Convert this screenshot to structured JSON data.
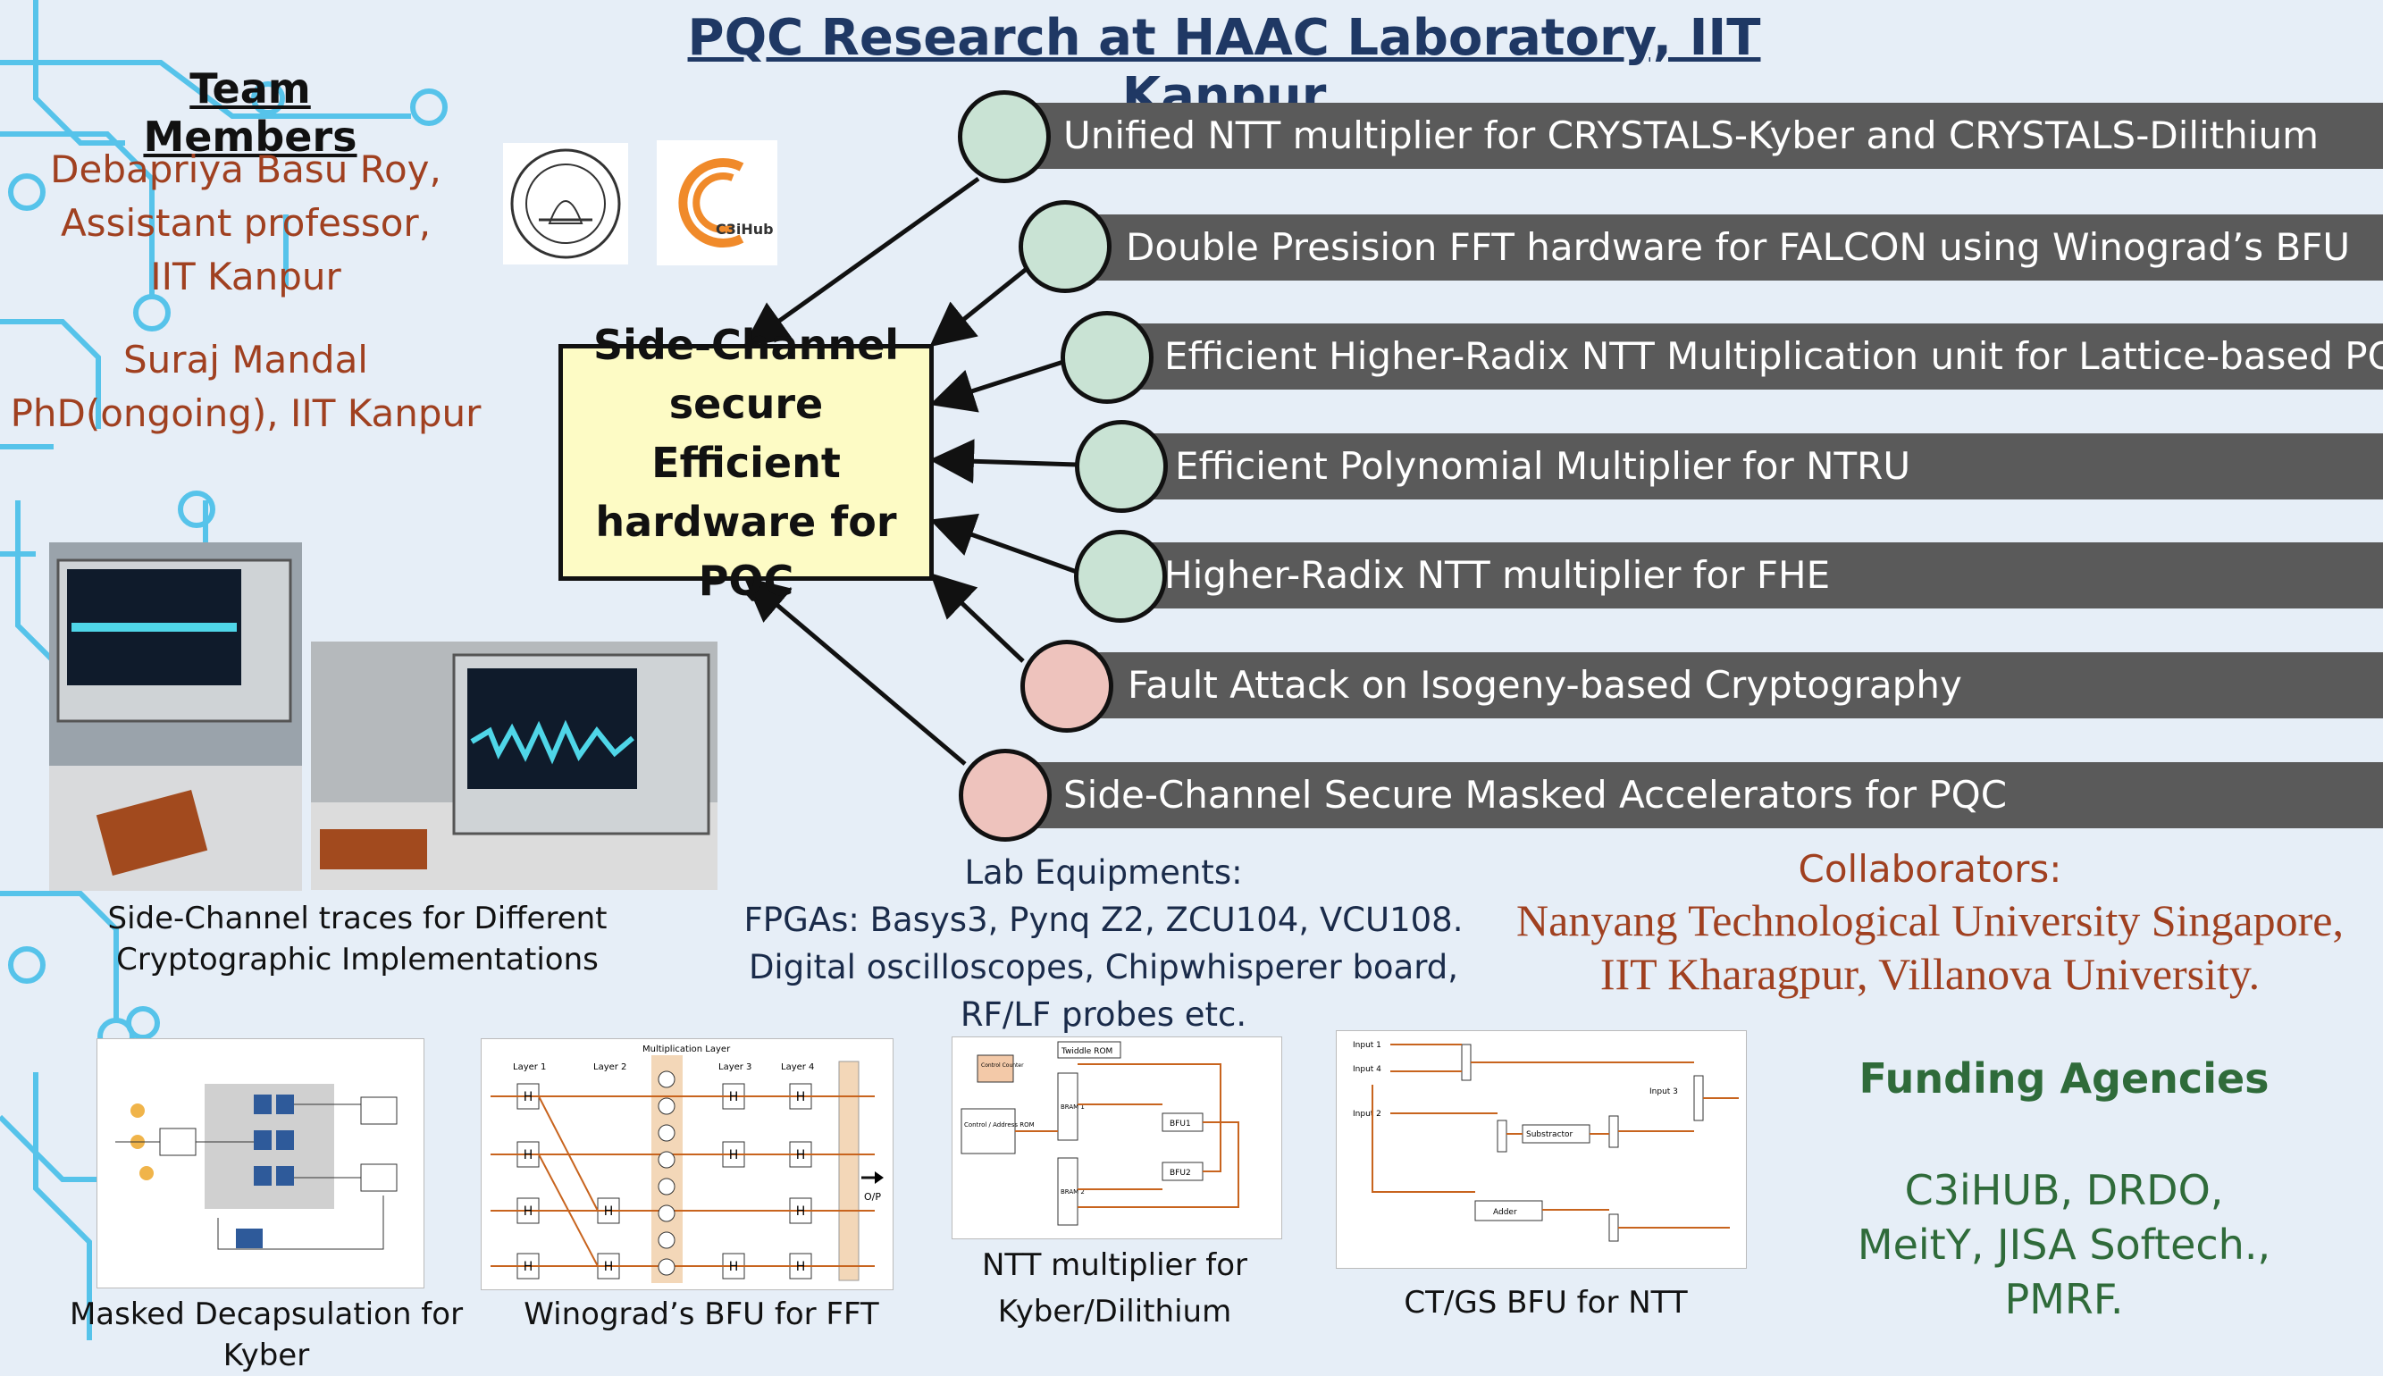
{
  "title": "PQC Research at HAAC Laboratory, IIT Kanpur",
  "team": {
    "heading": "Team Members",
    "members": [
      {
        "line1": "Debapriya Basu Roy,",
        "line2": "Assistant professor,",
        "line3": "IIT Kanpur"
      },
      {
        "line1": "Suraj Mandal",
        "line2": "PhD(ongoing), IIT Kanpur"
      }
    ]
  },
  "central_box": {
    "line1": "Side-Channel",
    "line2": "secure Efficient",
    "line3": "hardware for",
    "line4": "PQC"
  },
  "topics": [
    {
      "label": "Unified NTT multiplier for CRYSTALS-Kyber and CRYSTALS-Dilithium",
      "color": "#c9e3d4"
    },
    {
      "label": "Double Presision FFT hardware for FALCON using Winograd’s BFU",
      "color": "#c9e3d4"
    },
    {
      "label": "Efficient Higher-Radix NTT Multiplication unit for Lattice-based PQC",
      "color": "#c9e3d4"
    },
    {
      "label": "Efficient Polynomial Multiplier for NTRU",
      "color": "#c9e3d4"
    },
    {
      "label": "Higher-Radix NTT multiplier for FHE",
      "color": "#c9e3d4"
    },
    {
      "label": "Fault Attack on Isogeny-based Cryptography",
      "color": "#eec3bd"
    },
    {
      "label": "Side-Channel Secure Masked Accelerators for PQC",
      "color": "#eec3bd"
    }
  ],
  "photo_caption": {
    "line1": "Side-Channel traces for Different",
    "line2": "Cryptographic Implementations"
  },
  "lab_equipment": {
    "heading": "Lab Equipments:",
    "line1": "FPGAs: Basys3, Pynq Z2, ZCU104, VCU108.",
    "line2": "Digital oscilloscopes, Chipwhisperer board,",
    "line3": "RF/LF probes etc."
  },
  "collaborators": {
    "heading": "Collaborators:",
    "line1": "Nanyang Technological University Singapore,",
    "line2": "IIT Kharagpur, Villanova University."
  },
  "funding": {
    "heading": "Funding Agencies",
    "line1": "C3iHUB, DRDO,",
    "line2": "MeitY, JISA Softech.,",
    "line3": "PMRF."
  },
  "diagram_captions": {
    "d1": "Masked Decapsulation for Kyber",
    "d2": "Winograd’s BFU for FFT",
    "d3_line1": "NTT multiplier for",
    "d3_line2": "Kyber/Dilithium",
    "d4": "CT/GS BFU for NTT"
  },
  "diagram_labels": {
    "mult_layer": "Multiplication Layer",
    "layer1": "Layer 1",
    "layer2": "Layer 2",
    "layer3": "Layer 3",
    "layer4": "Layer 4",
    "h": "H",
    "op": "O/P",
    "twiddle_rom": "Twiddle ROM",
    "control_counter": "Control Counter",
    "control_rom": "Control / Address ROM",
    "bram1": "BRAM 1",
    "bram2": "BRAM 2",
    "bfu1": "BFU1",
    "bfu2": "BFU2",
    "input1": "Input 1",
    "input2": "Input 2",
    "input3": "Input 3",
    "input4": "Input 4",
    "subtractor": "Substractor",
    "adder": "Adder"
  },
  "logos": {
    "c3ihub": "C3iHub"
  },
  "colors": {
    "title": "#1f3864",
    "accent_red": "#a04020",
    "funding_green": "#2f6b3a",
    "bar": "#5a5a5a",
    "central_fill": "#fdfbc5"
  }
}
